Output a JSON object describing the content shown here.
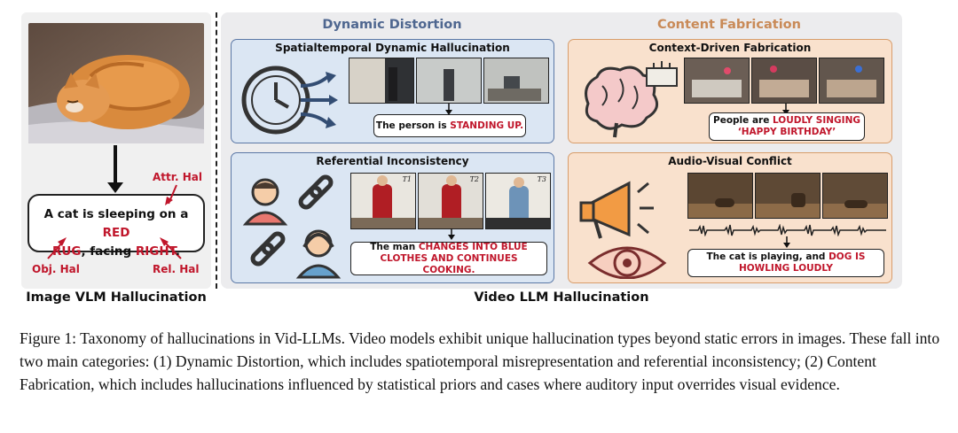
{
  "left": {
    "sentence": {
      "part1": "A cat is sleeping on a ",
      "red1": "RED",
      "red2": "RUG",
      "part2": ", facing ",
      "red3": "RIGHT",
      "part3": "."
    },
    "labels": {
      "attr": "Attr. Hal",
      "obj": "Obj. Hal",
      "rel": "Rel. Hal"
    },
    "caption": "Image VLM Hallucination"
  },
  "right": {
    "caption": "Video LLM Hallucination",
    "dynamic": {
      "title": "Dynamic Distortion",
      "spatiotemporal": {
        "title": "Spatialtemporal Dynamic Hallucination",
        "text": "The person is ",
        "red": "STANDING UP."
      },
      "referential": {
        "title": "Referential Inconsistency",
        "text": "The man ",
        "red": "CHANGES INTO BLUE CLOTHES AND CONTINUES COOKING.",
        "frame_labels": [
          "T1",
          "T2",
          "T3"
        ]
      }
    },
    "fabrication": {
      "title": "Content Fabrication",
      "context": {
        "title": "Context-Driven Fabrication",
        "text": "People are ",
        "red": "LOUDLY SINGING ‘HAPPY BIRTHDAY’"
      },
      "audiovisual": {
        "title": "Audio-Visual Conflict",
        "text": "The cat is playing, and ",
        "red": "DOG IS HOWLING LOUDLY"
      }
    }
  },
  "figure_caption": "Figure 1: Taxonomy of hallucinations in Vid-LLMs. Video models exhibit unique hallucination types beyond static errors in images. These fall into two main categories: (1) Dynamic Distortion, which includes spatiotemporal misrepresentation and referential inconsistency; (2) Content Fabrication, which includes hallucinations influenced by statistical priors and cases where auditory input overrides visual evidence.",
  "colors": {
    "highlight_red": "#c0162b",
    "dynamic_blue": "#dbe6f3",
    "fabrication_orange": "#f9e1cd",
    "dynamic_title": "#4f6790",
    "fabrication_title": "#c98a57"
  }
}
